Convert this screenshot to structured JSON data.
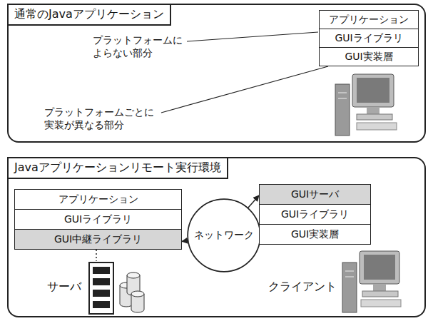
{
  "diagram": {
    "nodes": [
      {
        "text": [
          "通常のJavaアプリケーション"
        ]
      },
      {
        "text": [
          "アプリケーション"
        ],
        "in": 0
      },
      {
        "text": [
          "GUIライブラリ"
        ],
        "in": 0
      },
      {
        "text": [
          "GUI実装層"
        ],
        "in": 0
      },
      {
        "text": [
          "Javaアプリケーションリモート実行環境"
        ]
      },
      {
        "text": [
          "アプリケーション"
        ],
        "in": 4
      },
      {
        "text": [
          "GUIライブラリ"
        ],
        "in": 4
      },
      {
        "text": [
          "GUI中継ライブラリ"
        ],
        "in": 4
      },
      {
        "text": [
          "ネットワーク"
        ],
        "in": 4
      },
      {
        "text": [
          "GUIサーバ"
        ],
        "in": 4
      },
      {
        "text": [
          "GUIライブラリ"
        ],
        "in": 4
      },
      {
        "text": [
          "GUI実装層"
        ],
        "in": 4
      }
    ],
    "edges": [
      {
        "from": 8,
        "to": 9,
        "arrow": "to"
      },
      {
        "from": 8,
        "to": 7,
        "arrow": "to"
      }
    ],
    "labels": [
      "プラットフォームに よらない部分",
      "プラットフォームごとに 実装が異なる部分",
      "サーバ",
      "クライアント"
    ]
  }
}
